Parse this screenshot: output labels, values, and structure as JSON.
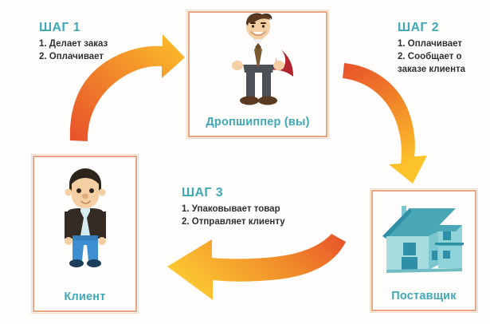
{
  "diagram": {
    "title_present": false,
    "colors": {
      "step_heading": "#3fa9b5",
      "node_label": "#3fa9b5",
      "body_text": "#2f2f33",
      "box_border": "#e9a57f",
      "box_border_outer": "#f6d9c6",
      "arrow_start": "#e8502a",
      "arrow_mid": "#f0822a",
      "arrow_end": "#fcc12a",
      "background": "#fffefd",
      "cape_red": "#b3232f",
      "house_light": "#a8dde0",
      "house_mid": "#7cc6cd",
      "house_dark": "#2e8fa6",
      "client_jacket": "#332b24",
      "client_jeans": "#3d8fd1",
      "skin": "#f4cfa3"
    }
  },
  "nodes": [
    {
      "id": "dropshipper",
      "label": "Дропшиппер (вы)",
      "art": "businessman-with-cape-icon"
    },
    {
      "id": "supplier",
      "label": "Поставщик",
      "art": "house-icon"
    },
    {
      "id": "client",
      "label": "Клиент",
      "art": "person-icon"
    }
  ],
  "steps": [
    {
      "id": "step1",
      "title": "ШАГ 1",
      "lines": [
        "1. Делает заказ",
        "2. Оплачивает"
      ]
    },
    {
      "id": "step2",
      "title": "ШАГ 2",
      "lines": [
        "1. Оплачивает",
        "2. Сообщает о заказе клиента"
      ]
    },
    {
      "id": "step3",
      "title": "ШАГ 3",
      "lines": [
        "1. Упаковывает товар",
        "2. Отправляет клиенту"
      ]
    }
  ],
  "arrows": [
    {
      "id": "arrow-client-to-dropshipper",
      "from": "client",
      "to": "dropshipper",
      "direction": "up-right"
    },
    {
      "id": "arrow-dropshipper-to-supplier",
      "from": "dropshipper",
      "to": "supplier",
      "direction": "down-right"
    },
    {
      "id": "arrow-supplier-to-client",
      "from": "supplier",
      "to": "client",
      "direction": "left"
    }
  ]
}
